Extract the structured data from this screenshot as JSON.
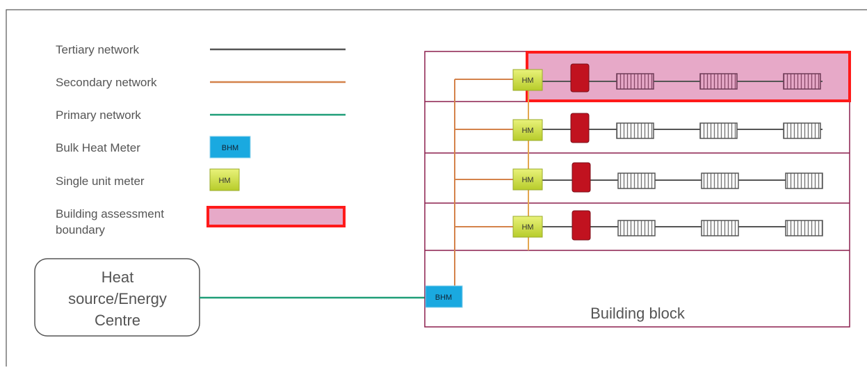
{
  "legend": {
    "tertiary": "Tertiary network",
    "secondary": "Secondary network",
    "primary": "Primary network",
    "bulk_meter": "Bulk Heat Meter",
    "unit_meter": "Single unit meter",
    "boundary_line1": "Building assessment",
    "boundary_line2": "boundary"
  },
  "source": {
    "line1": "Heat",
    "line2": "source/Energy",
    "line3": "Centre"
  },
  "building": {
    "label": "Building block",
    "bhm": "BHM",
    "hm": "HM"
  },
  "colors": {
    "tertiary": "#555555",
    "secondary": "#d4824a",
    "primary": "#1f9e78",
    "building_border": "#8b1f4d",
    "boundary_border": "#ff1a1a",
    "boundary_fill": "#e7a9c8",
    "bhm_fill": "#1aa9e0",
    "hm_fill": "#c9dc3c",
    "valve_fill": "#c1121f"
  }
}
